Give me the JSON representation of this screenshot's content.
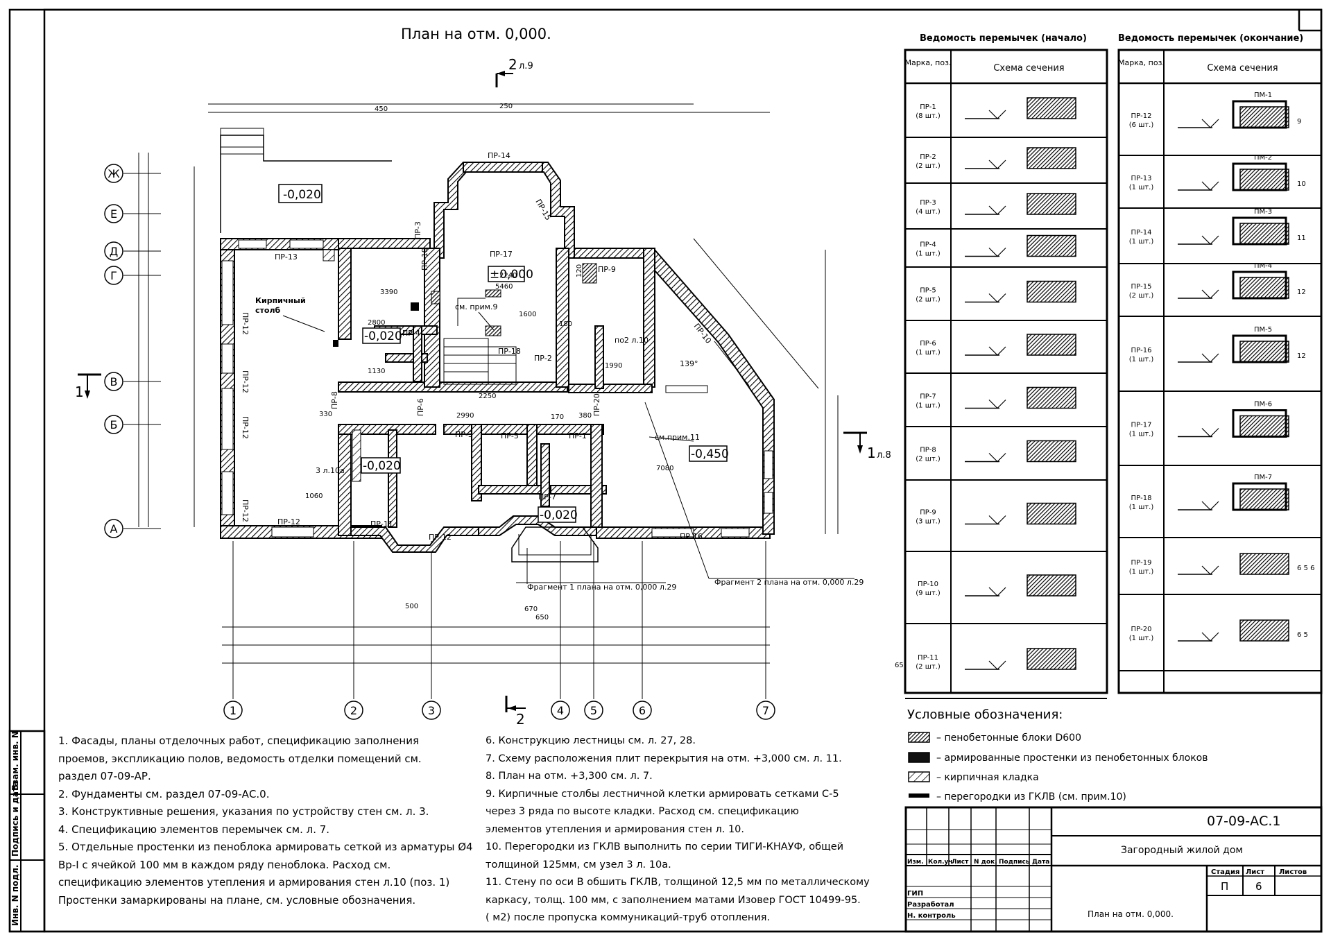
{
  "plan": {
    "title": "План на отм. 0,000.",
    "section_marks": [
      {
        "num": "2",
        "sheet": "л.9"
      },
      {
        "num": "1",
        "sheet": ""
      },
      {
        "num": "1",
        "sheet": "л.8"
      },
      {
        "num": "2",
        "sheet": ""
      }
    ],
    "axes_rows": [
      "Ж",
      "Е",
      "Д",
      "Г",
      "В",
      "Б",
      "А"
    ],
    "axes_cols": [
      "1",
      "2",
      "3",
      "4",
      "5",
      "6",
      "7"
    ],
    "levels": [
      "-0,020",
      "±0,000",
      "-0,020",
      "-0,020",
      "-0,450",
      "-0,020"
    ],
    "jumper_labels": [
      "ПР-14",
      "ПР-13",
      "ПР-17",
      "ПР-3",
      "ПР-15",
      "ПР-16",
      "ПР-9",
      "ПР-10",
      "ПР-2",
      "ПР-18",
      "ПР-12",
      "ПР-12",
      "ПР-12",
      "ПР-12",
      "ПР-12",
      "ПР-11",
      "ПР-12",
      "ПР-5",
      "ПР-3",
      "ПР-1",
      "ПР-7",
      "ПР-4",
      "ПР-8",
      "ПР-6",
      "ПР-19",
      "ПР-20"
    ],
    "annotations": {
      "brick_column": "Кирпичный столб",
      "see_note9": "см. прим.9",
      "see_note11": "см.прим.11",
      "node_ref": "по2 л.10",
      "node_ref2": "3 л.10а",
      "fragment1": "Фрагмент 1 плана на отм. 0,000 л.29",
      "fragment2": "Фрагмент 2 плана на отм. 0,000 л.29",
      "angle": "139°",
      "dims": [
        "2800",
        "3390",
        "5460",
        "1600",
        "2250",
        "2990",
        "7080",
        "2240",
        "1990",
        "1130",
        "330",
        "170",
        "380",
        "500",
        "670",
        "650",
        "1060",
        "180",
        "120",
        "250",
        "450",
        "65"
      ]
    }
  },
  "jumpers_table": {
    "title_left": "Ведомость перемычек (начало)",
    "title_right": "Ведомость перемычек (окончание)",
    "col_mark": "Марка, поз.",
    "col_scheme": "Схема сечения",
    "left_rows": [
      {
        "mark": "ПР-1",
        "qty": "(8 шт.)"
      },
      {
        "mark": "ПР-2",
        "qty": "(2 шт.)"
      },
      {
        "mark": "ПР-3",
        "qty": "(4 шт.)"
      },
      {
        "mark": "ПР-4",
        "qty": "(1 шт.)"
      },
      {
        "mark": "ПР-5",
        "qty": "(2 шт.)"
      },
      {
        "mark": "ПР-6",
        "qty": "(1 шт.)"
      },
      {
        "mark": "ПР-7",
        "qty": "(1 шт.)"
      },
      {
        "mark": "ПР-8",
        "qty": "(2 шт.)"
      },
      {
        "mark": "ПР-9",
        "qty": "(3 шт.)"
      },
      {
        "mark": "ПР-10",
        "qty": "(9 шт.)"
      },
      {
        "mark": "ПР-11",
        "qty": "(2 шт.)"
      }
    ],
    "right_rows": [
      {
        "mark": "ПР-12",
        "qty": "(6 шт.)",
        "pm": "ПМ-1",
        "pos": "9"
      },
      {
        "mark": "ПР-13",
        "qty": "(1 шт.)",
        "pm": "ПМ-2",
        "pos": "10"
      },
      {
        "mark": "ПР-14",
        "qty": "(1 шт.)",
        "pm": "ПМ-3",
        "pos": "11"
      },
      {
        "mark": "ПР-15",
        "qty": "(2 шт.)",
        "pm": "ПМ-4",
        "pos": "12"
      },
      {
        "mark": "ПР-16",
        "qty": "(1 шт.)",
        "pm": "ПМ-5",
        "pos": "12"
      },
      {
        "mark": "ПР-17",
        "qty": "(1 шт.)",
        "pm": "ПМ-6",
        "pos": ""
      },
      {
        "mark": "ПР-18",
        "qty": "(1 шт.)",
        "pm": "ПМ-7",
        "pos": ""
      },
      {
        "mark": "ПР-19",
        "qty": "(1 шт.)",
        "pm": "",
        "pos": "6 5 6"
      },
      {
        "mark": "ПР-20",
        "qty": "(1 шт.)",
        "pm": "",
        "pos": "6 5"
      }
    ]
  },
  "legend": {
    "title": "Условные обозначения:",
    "items": [
      "– пенобетонные блоки D600",
      "– армированные простенки из пенобетонных блоков",
      "– кирпичная кладка",
      "– перегородки из ГКЛВ (см. прим.10)"
    ]
  },
  "notes_left": [
    "1. Фасады, планы отделочных работ, спецификацию заполнения",
    "проемов, экспликацию полов, ведомость отделки помещений см.",
    "раздел 07-09-АР.",
    "2. Фундаменты см. раздел 07-09-АС.0.",
    "3. Конструктивные решения, указания по устройству стен см. л. 3.",
    "4. Спецификацию элементов перемычек см. л. 7.",
    "5. Отдельные простенки из пеноблока армировать сеткой из арматуры Ø4",
    "Вр-I с ячейкой 100 мм в каждом ряду пеноблока. Расход см.",
    "спецификацию элементов утепления и армирования стен л.10 (поз. 1)",
    "Простенки замаркированы на плане, см. условные обозначения."
  ],
  "notes_right": [
    "6. Конструкцию лестницы см. л. 27, 28.",
    "7. Схему расположения плит перекрытия на отм. +3,000 см. л. 11.",
    "8. План на отм. +3,300 см. л. 7.",
    "9. Кирпичные столбы лестничной клетки армировать сетками С-5",
    "через 3 ряда по высоте кладки. Расход см. спецификацию",
    "элементов утепления и армирования стен л. 10.",
    "10. Перегородки из ГКЛВ выполнить по серии ТИГИ-КНАУФ, общей",
    "толщиной 125мм, см узел 3 л. 10а.",
    "11. Стену по оси В обшить ГКЛВ, толщиной 12,5 мм по металлическому",
    "каркасу, толщ. 100 мм, с заполнением матами Изовер ГОСТ 10499-95.",
    "(        м2) после пропуска коммуникаций-труб отопления."
  ],
  "side_stamp": [
    "Взам. инв. N",
    "Подпись и дата",
    "Инв. N подл."
  ],
  "title_block": {
    "code": "07-09-АС.1",
    "project": "Загородный жилой дом",
    "sheet_title": "План на отм. 0,000.",
    "head": [
      "Изм.",
      "Кол.уч",
      "Лист",
      "N док.",
      "Подпись",
      "Дата"
    ],
    "roles": [
      "ГИП",
      "Разработал",
      "Н. контроль"
    ],
    "stage_h": "Стадия",
    "sheet_h": "Лист",
    "sheets_h": "Листов",
    "stage": "П",
    "sheet": "6",
    "sheets": ""
  }
}
